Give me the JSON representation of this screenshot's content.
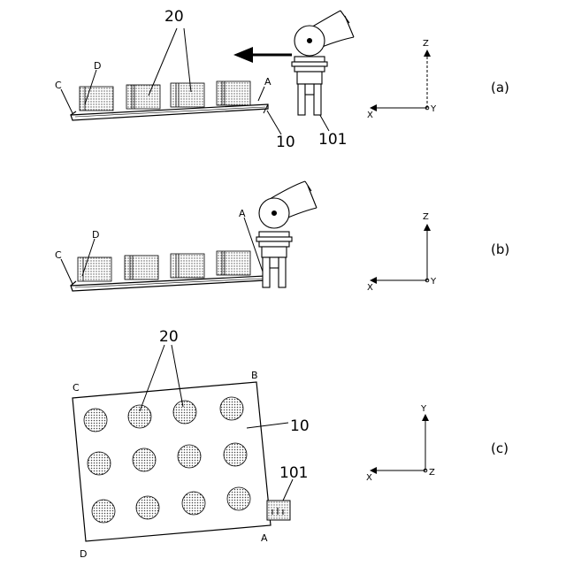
{
  "panel_a": {
    "label": "(a)",
    "ref_parts": "20",
    "ref_tray": "10",
    "ref_gripper": "101",
    "corner_a": "A",
    "corner_c": "C",
    "corner_d": "D",
    "axes": {
      "z": "Z",
      "x": "X",
      "y": "Y"
    }
  },
  "panel_b": {
    "label": "(b)",
    "corner_a": "A",
    "corner_c": "C",
    "corner_d": "D",
    "axes": {
      "z": "Z",
      "x": "X",
      "y": "Y"
    }
  },
  "panel_c": {
    "label": "(c)",
    "ref_parts": "20",
    "ref_tray": "10",
    "ref_gripper": "101",
    "corner_a": "A",
    "corner_b": "B",
    "corner_c": "C",
    "corner_d": "D",
    "axes": {
      "y": "Y",
      "x": "X",
      "z": "Z"
    }
  }
}
